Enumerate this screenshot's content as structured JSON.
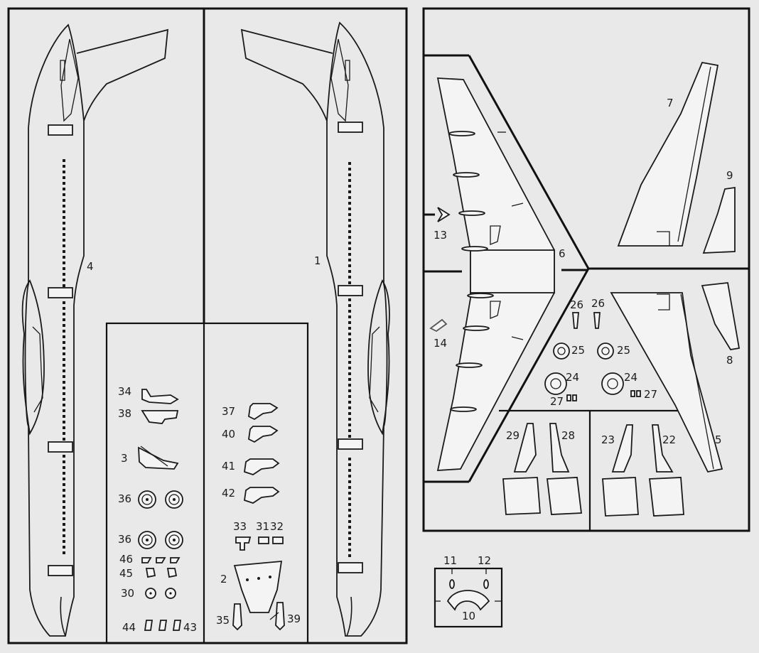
{
  "part_numbers": {
    "p1": "1",
    "p2": "2",
    "p3": "3",
    "p4": "4",
    "p5": "5",
    "p6": "6",
    "p7": "7",
    "p8": "8",
    "p9": "9",
    "p10": "10",
    "p11": "11",
    "p12": "12",
    "p13": "13",
    "p14": "14",
    "p22": "22",
    "p23": "23",
    "p24a": "24",
    "p24b": "24",
    "p25a": "25",
    "p25b": "25",
    "p26a": "26",
    "p26b": "26",
    "p27a": "27",
    "p27b": "27",
    "p28": "28",
    "p29": "29",
    "p30": "30",
    "p31": "31",
    "p32": "32",
    "p33": "33",
    "p34": "34",
    "p35": "35",
    "p36a": "36",
    "p36b": "36",
    "p37": "37",
    "p38": "38",
    "p39": "39",
    "p40": "40",
    "p41": "41",
    "p42": "42",
    "p43": "43",
    "p44": "44",
    "p45": "45",
    "p46": "46"
  },
  "colors": {
    "paper": "#e9e9e9",
    "ink": "#1a1a1a"
  }
}
